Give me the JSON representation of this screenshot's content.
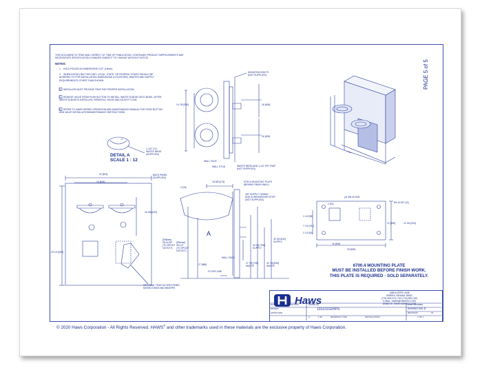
{
  "page": {
    "page_label": "PAGE 5 of 5",
    "copyright_pre": "© 2020  Haws Corporation - All Rights Reserved.  HAWS",
    "copyright_post": " and other trademarks used in these materials are the exclusive property of Haws Corporation."
  },
  "notes": {
    "disclaimer": "THIS DOCUMENT IS TRUE AND CORRECT AT TIME OF PUBLICATION. CONTINUED PRODUCT IMPROVEMENTS MAY NECESSITATE SPECIFICATION CHANGES SUBJECT TO CHANGE WITHOUT NOTICE.",
    "heading": "NOTES:",
    "items": [
      {
        "num": "1.",
        "text": "HOLD ROUGH-IN DIMENSIONS ±1/2\" (13mm)."
      },
      {
        "num": "2.",
        "text": "WHEN INSTALLING THIS UNIT, LOCAL, STATE, OR FEDERAL CODES SHOULD BE ADHERED TO FOR INSTALLATION DIMENSIONS (LOCATIONS), WASTES AND SUPPLY REQUIREMENTS OTHER THAN SHOWN."
      },
      {
        "num": "3",
        "text": "INSTALLER MUST PROVIDE TRAP FOR PROPER INSTALLATION."
      },
      {
        "num": "4",
        "text": "REMOVE VALVE FROM PUSH BUTTON TO INSTALL WASTE ELBOW ONTO BOWL. AFTER WASTE ELBOW IS INSTALLED, REINSTALL VALVE AND ADJUST FLOW."
      },
      {
        "num": "5",
        "text": "REFER TO HAWS SERIES OPERATION AND MAINTENANCE MANUAL FOR PUSH BUTTON AND VALVE INSTALLATION/MAINTENANCE INSTRUCTIONS."
      }
    ]
  },
  "detail": {
    "title": "DETAIL A",
    "scale": "SCALE 1 : 12"
  },
  "labels": {
    "mounting_bolts": "MOUNTING BOLTS\n(NOT SUPPLIED)",
    "waste_bend": "1-1/4\" O.D.\nWASTE BEND\n(SUPPLIED)",
    "wall_face_top": "WALL FACE",
    "wall_stud": "WALL STUD",
    "waste_trap": "WASTE BEND AND 1-1/4\" IPS TRAP\n(NOT SUPPLIED)",
    "back_panel": "BACK PANEL\n(SUPPLIED)",
    "mounting_plate": "6700.4 MOUNTING PLATE\n(BEHIND FINISH WALL)",
    "supply_tubing": "3/8\" SUPPLY TUBING\nAND SCREWDRIVER STOP\n(NOT SUPPLIED)",
    "wall_face": "WALL FACE",
    "floor_line": "FLOOR LINE",
    "trap_panel": "OPTIONAL TRAP ACCESS PANEL\nMODELS 6600 AND 6602HPS",
    "unc": "(4) 3/8-16 UNC",
    "spout_a": "[906mm]\n35-11/16\"\n(TO SPOUT\nOUTLET)",
    "spout_b": "[991mm]\n39-1/2\"\n(TO SPOUT\nOUTLET)",
    "section_a": "A"
  },
  "dims": {
    "d1": "14 7/8 [380]",
    "d2": "16 [406]",
    "d3": "16 [406]",
    "d4": "32 [813]",
    "d5": "16 [406]",
    "d6": "16 3/8 [420]",
    "d7": "29 1/2 [699]",
    "d8": "18 5/8 [473]",
    "d9": "3 [76]",
    "d10": "27 [686]",
    "d11": "29 3/4 [756]\nSUPPLY",
    "d12": "32 3/4 [832]\nSUPPLY",
    "d13": "27 7/8 [708]\nWASTE",
    "d14": "32 7/8 [835]\nWASTE",
    "d15": "2 [51]",
    "d16": "1 1/2 [38]",
    "d17": "7 1/2 [191]",
    "d18": "2 1/2 [64]",
    "d19": "16 [406]",
    "d20": "25 [635]",
    "d21": "12 [305]",
    "d22": "12 3/4 [324]",
    "d23": "Ø4 ⌀7/16\" [11]"
  },
  "plate_note": {
    "line1": "6700.4 MOUNTING PLATE",
    "line2": "MUST BE INSTALLED BEFORE FINISH WORK.",
    "line3": "THIS PLATE IS REQUIRED - SOLD SEPARATELY."
  },
  "title_block": {
    "brand": "Haws",
    "address": "1455 KLEPPE LANE\nSPARKS, NEVADA  89431\n(775) 359-4712  FAX (775) 359-7424\nE-MAIL: HAWS@HAWSCO.COM\nWEBSITE: WWW.HAWSCO.COM",
    "model_label": "MODEL(S)",
    "model": "1011/1011HPS",
    "part_label": "PART NUMBER",
    "part_number": "0000067442-D",
    "revision_label": "REVISION",
    "revision": "01",
    "drawn": "DRAWN",
    "approved": "APPROVED",
    "date_label": "DATE",
    "date": "10.08.2020",
    "size": "A",
    "scale": "1:40",
    "sheet": "1 OF 1",
    "drawing_type": "DRAWING TYPE",
    "installation": "INSTALLATION"
  }
}
